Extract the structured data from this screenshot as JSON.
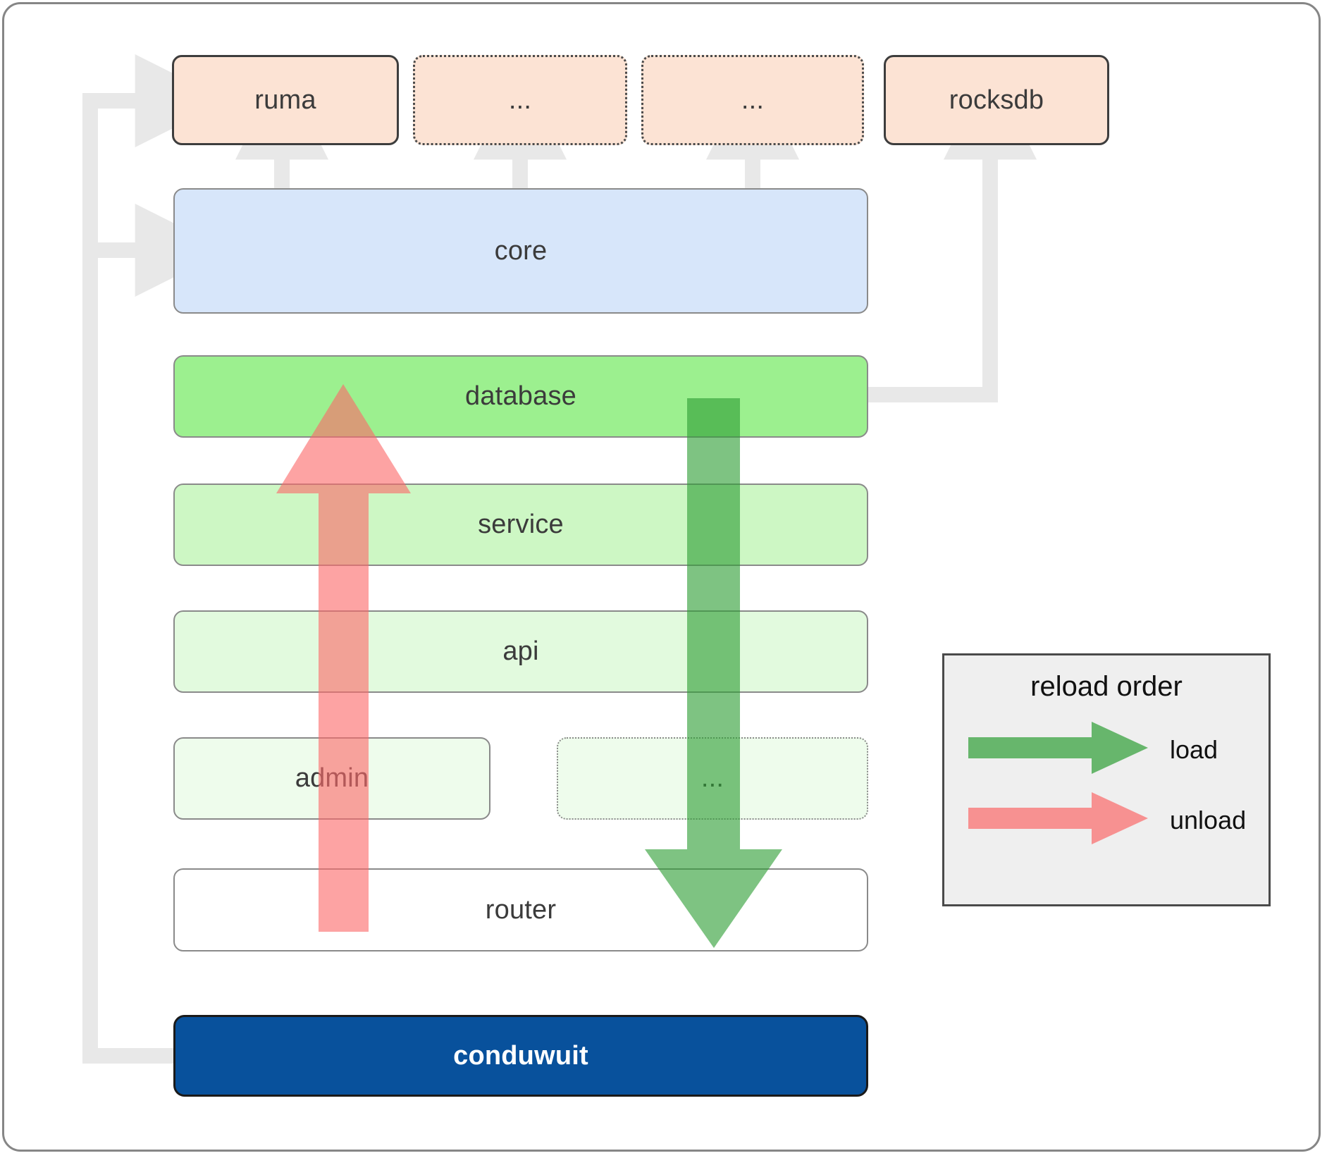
{
  "diagram": {
    "title": "conduwuit crate dependency / reload order diagram",
    "colors": {
      "frame_border": "#868686",
      "peach": "#fce3d4",
      "blue": "#d7e6fa",
      "green_database": "#9cf08f",
      "green_service": "#cdf7c4",
      "green_api": "#e2fade",
      "green_admin": "#eefcec",
      "router_white": "#ffffff",
      "conduwuit_navy": "#08519c",
      "connector_gray": "#e8e8e8",
      "load_green": "#57a85a",
      "unload_red": "#f98b8b",
      "legend_bg": "#efefef"
    },
    "external_row": [
      {
        "label": "ruma",
        "style": "solid"
      },
      {
        "label": "...",
        "style": "dotted"
      },
      {
        "label": "...",
        "style": "dotted"
      },
      {
        "label": "rocksdb",
        "style": "solid"
      }
    ],
    "core": {
      "label": "core"
    },
    "stack": [
      {
        "label": "database",
        "style": "solid"
      },
      {
        "label": "service",
        "style": "solid"
      },
      {
        "label": "api",
        "style": "solid"
      }
    ],
    "admin_row": [
      {
        "label": "admin",
        "style": "solid"
      },
      {
        "label": "...",
        "style": "dotted"
      }
    ],
    "router": {
      "label": "router"
    },
    "binary": {
      "label": "conduwuit"
    },
    "legend": {
      "title": "reload order",
      "items": [
        {
          "label": "load",
          "color": "#57a85a"
        },
        {
          "label": "unload",
          "color": "#f98b8b"
        }
      ]
    },
    "big_arrows": [
      {
        "name": "unload-arrow",
        "direction": "up",
        "color": "#f98b8b"
      },
      {
        "name": "load-arrow",
        "direction": "down",
        "color": "#57a85a"
      }
    ]
  }
}
